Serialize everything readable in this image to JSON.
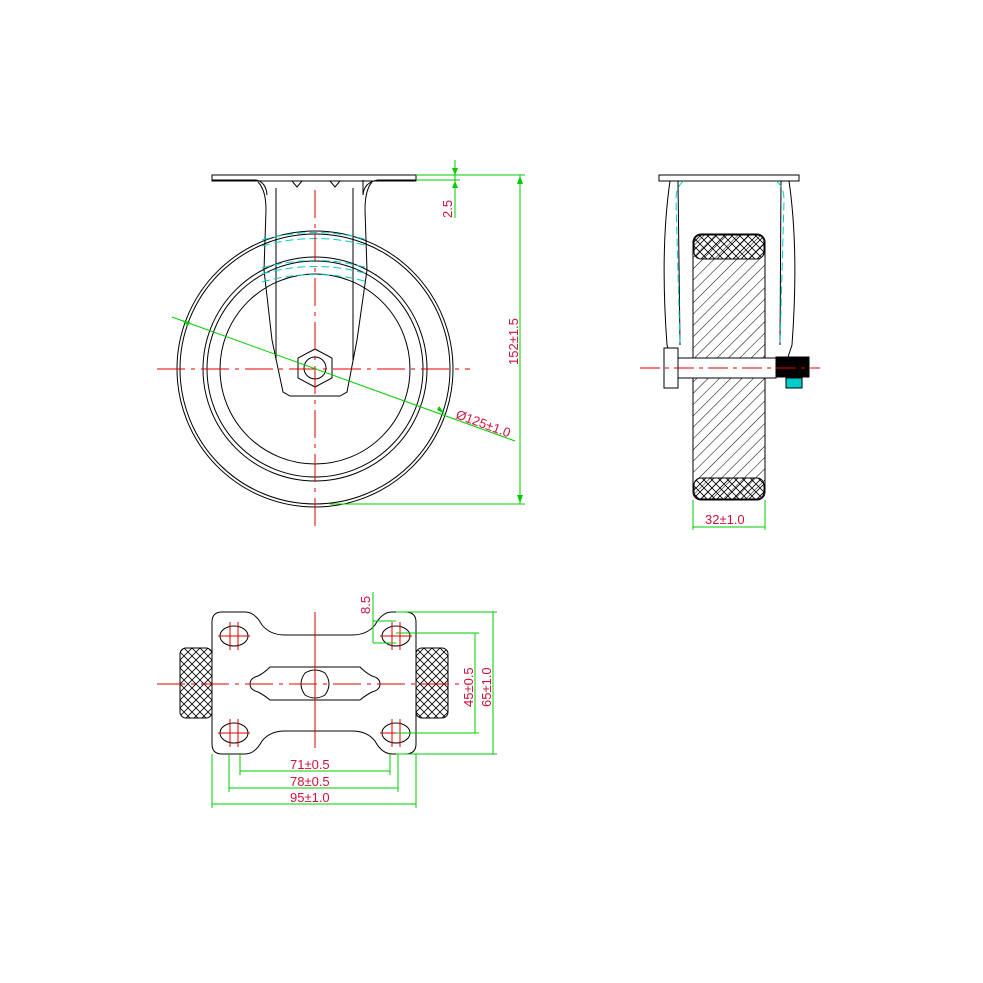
{
  "drawing": {
    "title": "Fixed caster technical drawing",
    "colors": {
      "outline": "#000000",
      "centerline": "#e00000",
      "dimension_line": "#00cc00",
      "hidden_line": "#00cccc",
      "dimension_text": "#d0103a",
      "background": "#ffffff"
    },
    "views": {
      "front": {
        "top_plate_thickness": "2.5",
        "overall_height": "152±1.5",
        "wheel_diameter": "Ø125±1.0"
      },
      "side": {
        "wheel_width": "32±1.0"
      },
      "top": {
        "hole_offset": "8.5",
        "hole_spacing_y": "45±0.5",
        "plate_width_y": "65±1.0",
        "hole_spacing_x_inner": "71±0.5",
        "hole_spacing_x_outer": "78±0.5",
        "plate_length_x": "95±1.0"
      }
    }
  }
}
